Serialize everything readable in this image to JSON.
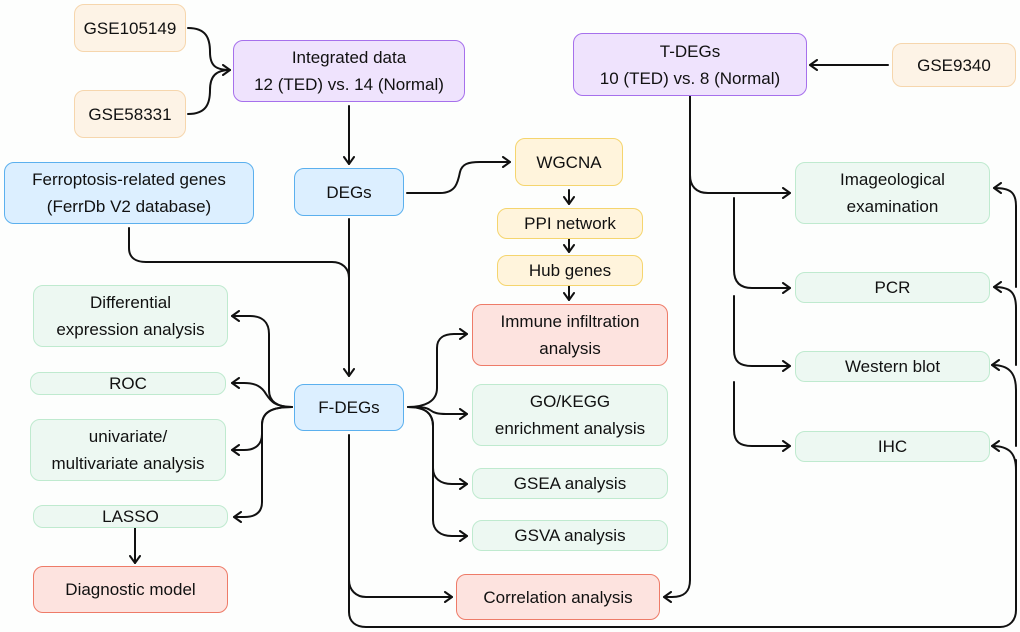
{
  "colors": {
    "dataset": "#fdf3e6",
    "dataset_border": "#f6d6ad",
    "cohort": "#efe3fd",
    "cohort_border": "#a670ec",
    "gene_set": "#dcefff",
    "gene_set_border": "#5bb0ee",
    "network": "#fff4dc",
    "network_border": "#f5d56e",
    "key_result": "#fde3df",
    "key_result_border": "#ee7b68",
    "analysis": "#edf8f2",
    "analysis_border": "#bfeacf",
    "edge": "#111111"
  },
  "nodes": {
    "gse105149": {
      "lines": [
        "GSE105149"
      ]
    },
    "gse58331": {
      "lines": [
        "GSE58331"
      ]
    },
    "integrated": {
      "lines": [
        "Integrated data",
        "12 (TED) vs. 14 (Normal)"
      ]
    },
    "tdegs": {
      "lines": [
        "T-DEGs",
        "10 (TED) vs. 8 (Normal)"
      ]
    },
    "gse9340": {
      "lines": [
        "GSE9340"
      ]
    },
    "ferro": {
      "lines": [
        "Ferroptosis-related genes",
        "(FerrDb V2 database)"
      ]
    },
    "degs": {
      "lines": [
        "DEGs"
      ]
    },
    "wgcna": {
      "lines": [
        "WGCNA"
      ]
    },
    "ppi": {
      "lines": [
        "PPI network"
      ]
    },
    "hub": {
      "lines": [
        "Hub genes"
      ]
    },
    "immune": {
      "lines": [
        "Immune infiltration",
        "analysis"
      ]
    },
    "imageo": {
      "lines": [
        "Imageological",
        "examination"
      ]
    },
    "pcr": {
      "lines": [
        "PCR"
      ]
    },
    "wb": {
      "lines": [
        "Western blot"
      ]
    },
    "ihc": {
      "lines": [
        "IHC"
      ]
    },
    "diffexp": {
      "lines": [
        "Differential",
        "expression analysis"
      ]
    },
    "roc": {
      "lines": [
        "ROC"
      ]
    },
    "univ": {
      "lines": [
        "univariate/",
        "multivariate analysis"
      ]
    },
    "lasso": {
      "lines": [
        "LASSO"
      ]
    },
    "diag": {
      "lines": [
        "Diagnostic model"
      ]
    },
    "fdegs": {
      "lines": [
        "F-DEGs"
      ]
    },
    "gokegg": {
      "lines": [
        "GO/KEGG",
        "enrichment analysis"
      ]
    },
    "gsea": {
      "lines": [
        "GSEA analysis"
      ]
    },
    "gsva": {
      "lines": [
        "GSVA analysis"
      ]
    },
    "corr": {
      "lines": [
        "Correlation analysis"
      ]
    }
  },
  "edges": [
    {
      "from": "GSE105149",
      "to": "Integrated data"
    },
    {
      "from": "GSE58331",
      "to": "Integrated data"
    },
    {
      "from": "Integrated data",
      "to": "DEGs"
    },
    {
      "from": "GSE9340",
      "to": "T-DEGs"
    },
    {
      "from": "DEGs",
      "to": "WGCNA"
    },
    {
      "from": "WGCNA",
      "to": "PPI network"
    },
    {
      "from": "PPI network",
      "to": "Hub genes"
    },
    {
      "from": "Hub genes",
      "to": "Immune infiltration analysis"
    },
    {
      "from": "DEGs",
      "to": "F-DEGs"
    },
    {
      "from": "Ferroptosis-related genes",
      "to": "F-DEGs"
    },
    {
      "from": "F-DEGs",
      "to": "Differential expression analysis"
    },
    {
      "from": "F-DEGs",
      "to": "ROC"
    },
    {
      "from": "F-DEGs",
      "to": "univariate/multivariate analysis"
    },
    {
      "from": "F-DEGs",
      "to": "LASSO"
    },
    {
      "from": "LASSO",
      "to": "Diagnostic model"
    },
    {
      "from": "F-DEGs",
      "to": "Immune infiltration analysis"
    },
    {
      "from": "F-DEGs",
      "to": "GO/KEGG enrichment analysis"
    },
    {
      "from": "F-DEGs",
      "to": "GSEA analysis"
    },
    {
      "from": "F-DEGs",
      "to": "GSVA analysis"
    },
    {
      "from": "F-DEGs",
      "to": "Correlation analysis"
    },
    {
      "from": "F-DEGs",
      "to": "IHC / Western blot / PCR / Imageological examination"
    },
    {
      "from": "T-DEGs",
      "to": "Imageological examination"
    },
    {
      "from": "T-DEGs",
      "to": "PCR"
    },
    {
      "from": "T-DEGs",
      "to": "Western blot"
    },
    {
      "from": "T-DEGs",
      "to": "IHC"
    },
    {
      "from": "T-DEGs",
      "to": "Correlation analysis"
    }
  ]
}
